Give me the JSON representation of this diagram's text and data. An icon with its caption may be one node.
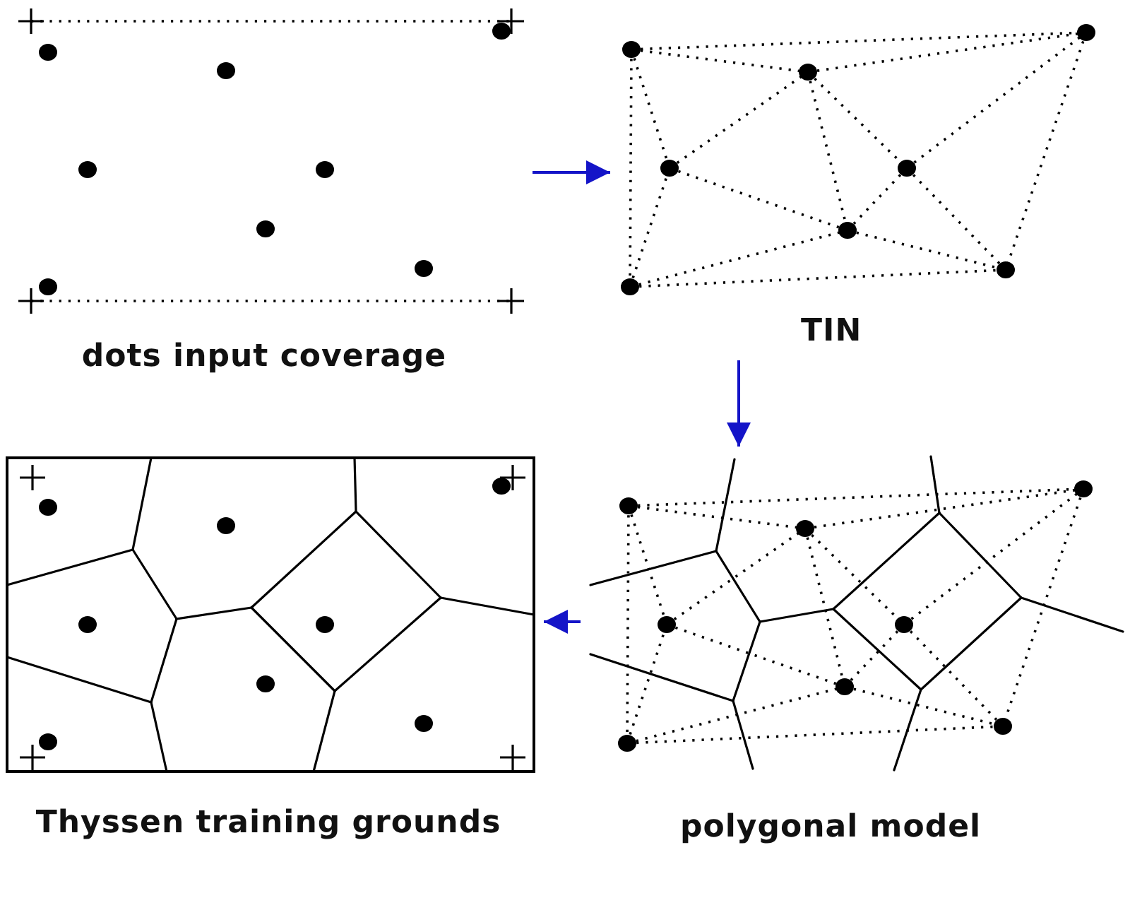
{
  "diagram": {
    "nodes": [
      {
        "text": [
          "dots input coverage"
        ]
      },
      {
        "text": [
          "TIN"
        ]
      },
      {
        "text": [
          "polygonal model"
        ]
      },
      {
        "text": [
          "Thyssen training grounds"
        ]
      }
    ],
    "edges": [
      {
        "from": 0,
        "to": 1,
        "arrow": "to"
      },
      {
        "from": 1,
        "to": 2,
        "arrow": "to"
      },
      {
        "from": 2,
        "to": 3,
        "arrow": "to"
      }
    ]
  }
}
